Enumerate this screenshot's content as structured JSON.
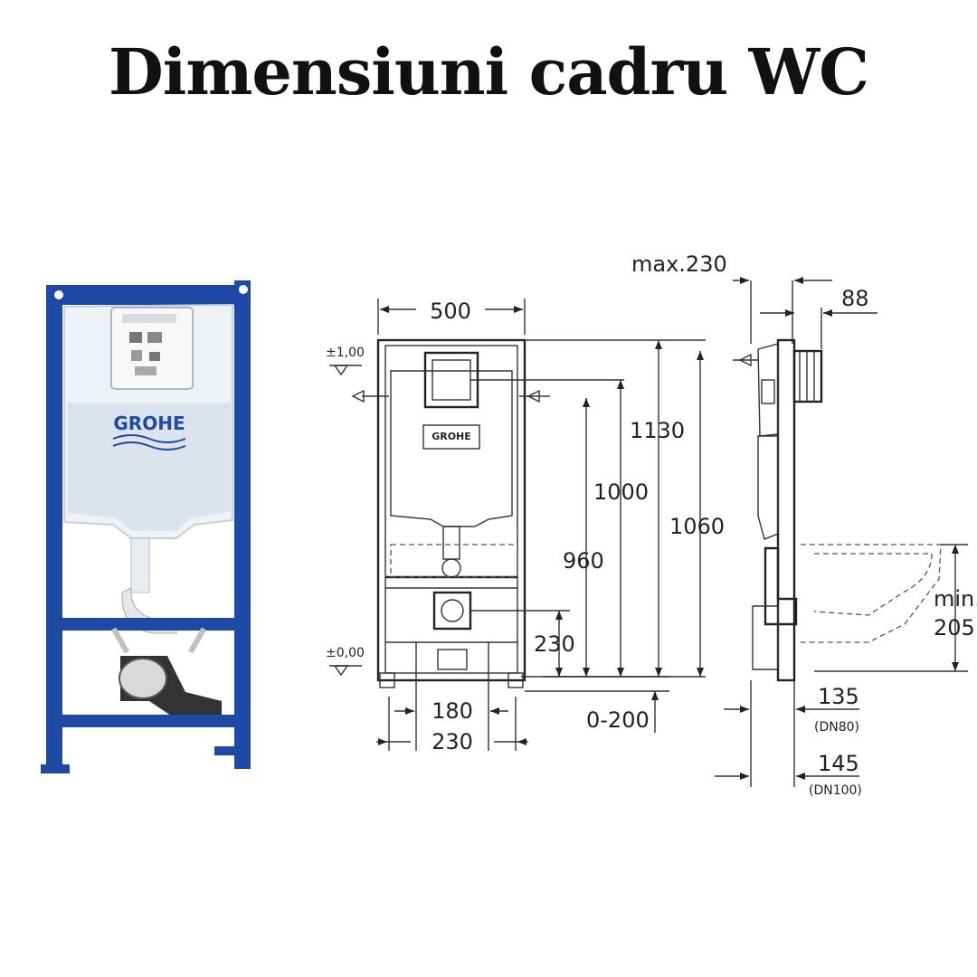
{
  "title": "Dimensiuni cadru WC",
  "photo": {
    "brand": "GROHE"
  },
  "drawing": {
    "level_top": "±1,00",
    "level_bottom": "±0,00",
    "cistern_brand": "GROHE",
    "dims": {
      "width_500": "500",
      "h_1130": "1130",
      "h_1000": "1000",
      "h_1060": "1060",
      "h_960": "960",
      "h_230": "230",
      "w_180": "180",
      "w_230": "230",
      "adj_0_200": "0-200",
      "max_230": "max.230",
      "d_88": "88",
      "min_label": "min.",
      "min_205": "205",
      "d_135": "135",
      "dn80": "(DN80)",
      "d_145": "145",
      "dn100": "(DN100)"
    }
  }
}
